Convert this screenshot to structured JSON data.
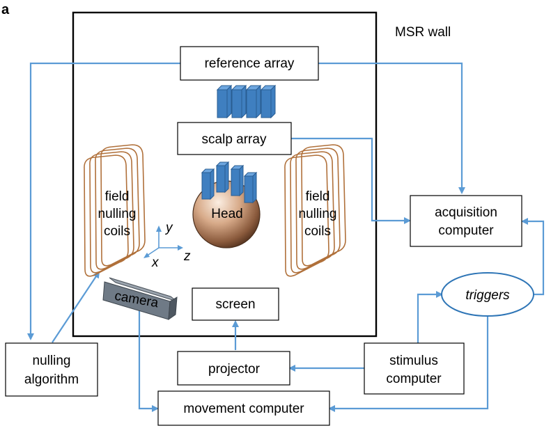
{
  "panel_letter": "a",
  "msr_label": "MSR wall",
  "boxes": {
    "reference_array": "reference array",
    "scalp_array": "scalp array",
    "acquisition_line1": "acquisition",
    "acquisition_line2": "computer",
    "screen": "screen",
    "projector": "projector",
    "stimulus_line1": "stimulus",
    "stimulus_line2": "computer",
    "movement": "movement computer",
    "nulling_line1": "nulling",
    "nulling_line2": "algorithm"
  },
  "triggers_label": "triggers",
  "head_label": "Head",
  "camera_label": "camera",
  "coils_left": {
    "line1": "field",
    "line2": "nulling",
    "line3": "coils"
  },
  "coils_right": {
    "line1": "field",
    "line2": "nulling",
    "line3": "coils"
  },
  "axes": {
    "x": "x",
    "y": "y",
    "z": "z"
  },
  "colors": {
    "arrow": "#5b9bd5",
    "coil": "#b0703a",
    "sensor": "#3f7fc0",
    "head": "#c89a7a"
  }
}
